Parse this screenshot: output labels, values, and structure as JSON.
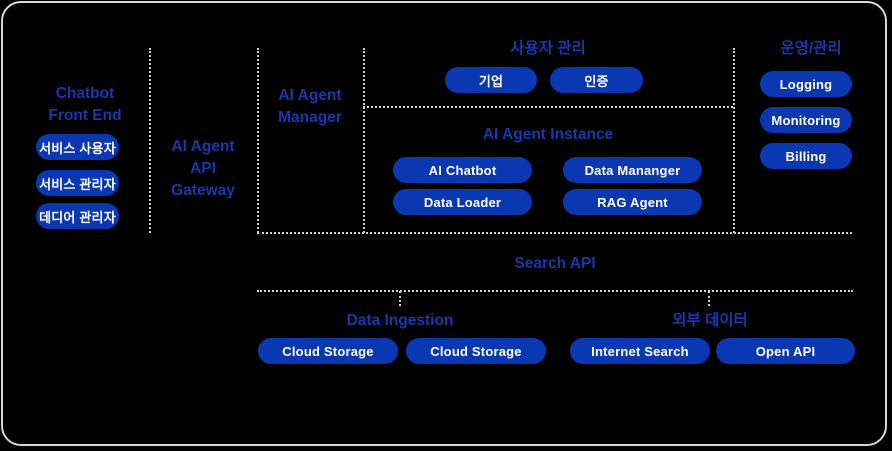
{
  "colors": {
    "background": "#000000",
    "frame_border": "#d6d6d6",
    "title_text": "#1839ac",
    "pill_fill": "#0a38b2",
    "pill_text": "#ffffff",
    "dash_line": "#cfcfcf"
  },
  "front_end": {
    "title_line1": "Chatbot",
    "title_line2": "Front End",
    "pills": [
      "서비스 사용자",
      "서비스 관리자",
      "데디어 관리자"
    ]
  },
  "gateway": {
    "title_line1": "AI Agent",
    "title_line2": "API",
    "title_line3": "Gateway"
  },
  "manager": {
    "title_line1": "AI Agent",
    "title_line2": "Manager"
  },
  "user_management": {
    "title": "사용자 관리",
    "pills": [
      "기업",
      "인증"
    ]
  },
  "agent_instance": {
    "title": "AI Agent Instance",
    "pills": [
      "AI Chatbot",
      "Data Mananger",
      "Data Loader",
      "RAG Agent"
    ]
  },
  "operations": {
    "title": "운영/관리",
    "pills": [
      "Logging",
      "Monitoring",
      "Billing"
    ]
  },
  "search_api": {
    "title": "Search API"
  },
  "data_ingestion": {
    "title": "Data Ingestion",
    "pills": [
      "Cloud Storage",
      "Cloud Storage"
    ]
  },
  "external_data": {
    "title": "외부 데이터",
    "pills": [
      "Internet Search",
      "Open API"
    ]
  }
}
